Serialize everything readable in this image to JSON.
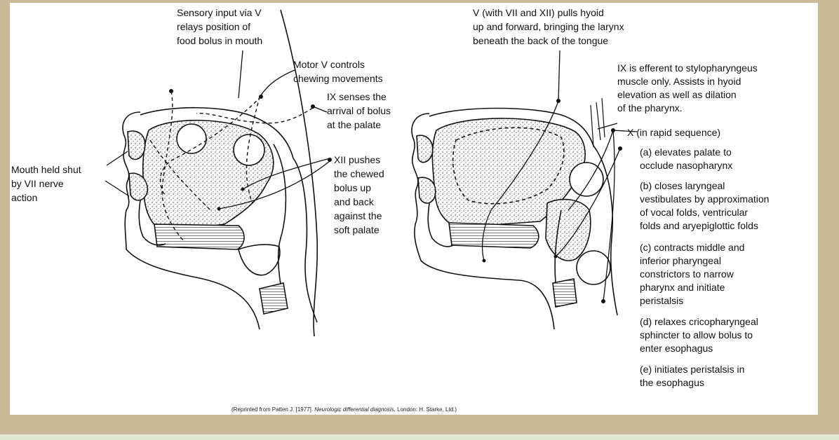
{
  "colors": {
    "background": "#c9bb98",
    "panel": "#ffffff",
    "ink": "#111111"
  },
  "labels": {
    "sensory_v": "Sensory input via V\nrelays position of\nfood bolus in mouth",
    "motor_v": "Motor V controls\nchewing movements",
    "ix_senses": "IX senses the\narrival of bolus\nat the palate",
    "mouth_shut": "Mouth held shut\nby VII nerve\naction",
    "xii_pushes": "XII pushes\nthe chewed\nbolus up\nand back\nagainst the\nsoft palate",
    "v_with_vii": "V (with VII and XII) pulls hyoid\nup and forward, bringing the larynx\nbeneath the back of the tongue",
    "ix_efferent": "IX is efferent to stylopharyngeus\nmuscle only. Assists in hyoid\nelevation as well as dilation\nof the pharynx.",
    "x_rapid": "X (in rapid sequence)",
    "x_a": "(a) elevates palate to\nocclude nasopharynx",
    "x_b": "(b) closes laryngeal\nvestibulates by approximation\nof vocal folds, ventricular\nfolds and aryepiglottic folds",
    "x_c": "(c) contracts middle and\ninferior pharyngeal\nconstrictors to narrow\npharynx and initiate\nperistalsis",
    "x_d": "(d) relaxes cricopharyngeal\nsphincter to allow bolus to\nenter esophagus",
    "x_e": "(e) initiates peristalsis in\nthe esophagus"
  },
  "credit": {
    "prefix": "(Reprinted from Patten J. [1977]. ",
    "title": "Neurologic differential diagnosis.",
    "suffix": " London: H. Starke, Ltd.)"
  }
}
